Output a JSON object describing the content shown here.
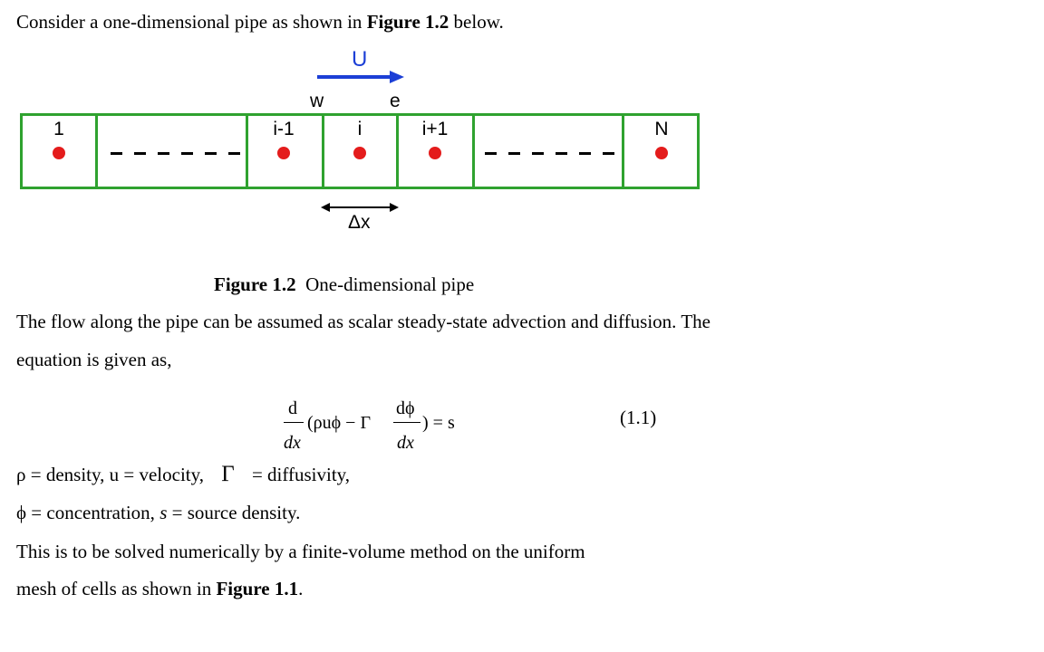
{
  "intro": {
    "before": "Consider a one-dimensional pipe as shown in ",
    "figref": "Figure 1.2",
    "after": " below."
  },
  "diagram": {
    "velocity_label": "U",
    "face_w": "w",
    "face_e": "e",
    "spacing_label": "Δx",
    "nodes": [
      "1",
      "i-1",
      "i",
      "i+1",
      "N"
    ],
    "colors": {
      "pipe": "#2fa22f",
      "node": "#e41c1c",
      "arrow": "#1c3fd6"
    }
  },
  "caption": {
    "label": "Figure 1.2",
    "text": "One-dimensional pipe"
  },
  "para1": "The flow along the pipe can be assumed as scalar steady-state advection and diffusion. The equation is given as,",
  "equation": {
    "d_num": "d",
    "d_den": "dx",
    "middle": "(ρuϕ − Γ",
    "frac2_num": "dϕ",
    "frac2_den": "dx",
    "rhs": ") = s",
    "number": "(1.1)"
  },
  "defs": {
    "line1": "ρ = density, u = velocity,",
    "gamma": "Γ",
    "line1_end": "= diffusivity,",
    "line2_a": "ϕ = concentration, ",
    "line2_s": "s",
    "line2_b": " = source density."
  },
  "para2": {
    "line1": "This is to be solved numerically by a finite-volume method on the uniform",
    "line2_before": "mesh of  cells as shown in ",
    "line2_ref": "Figure 1.1",
    "line2_after": "."
  }
}
